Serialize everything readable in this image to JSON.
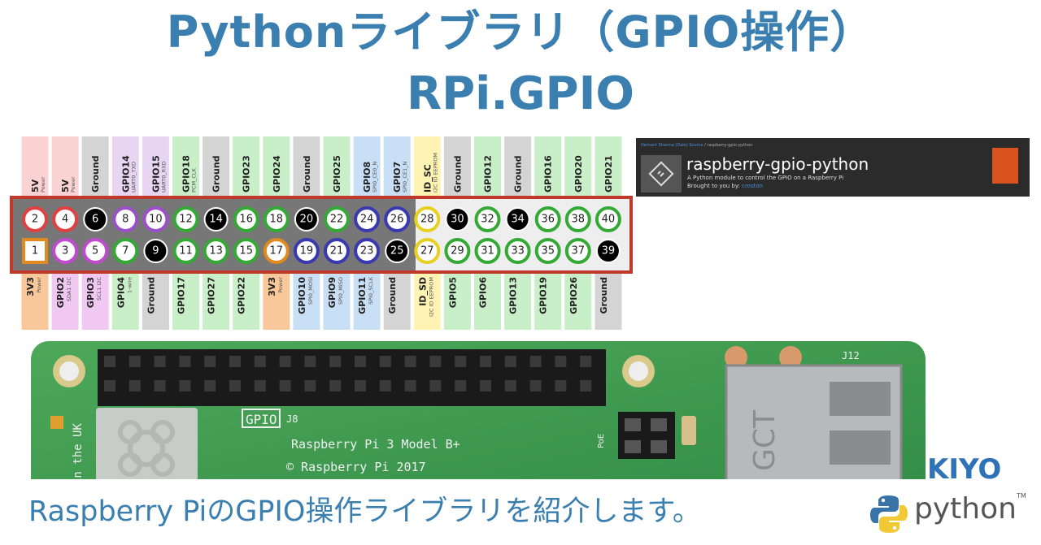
{
  "title": {
    "line1": "Pythonライブラリ（GPIO操作）",
    "line2": "RPi.GPIO"
  },
  "pins": {
    "top": [
      {
        "num": "2",
        "name": "5V",
        "sub": "Power",
        "type": "power5"
      },
      {
        "num": "4",
        "name": "5V",
        "sub": "Power",
        "type": "power5"
      },
      {
        "num": "6",
        "name": "Ground",
        "sub": "",
        "type": "ground"
      },
      {
        "num": "8",
        "name": "GPIO14",
        "sub": "UART0_TXD",
        "type": "uart"
      },
      {
        "num": "10",
        "name": "GPIO15",
        "sub": "UART0_RXD",
        "type": "uart"
      },
      {
        "num": "12",
        "name": "GPIO18",
        "sub": "PCM_CLK",
        "type": "gpio"
      },
      {
        "num": "14",
        "name": "Ground",
        "sub": "",
        "type": "ground"
      },
      {
        "num": "16",
        "name": "GPIO23",
        "sub": "",
        "type": "gpio"
      },
      {
        "num": "18",
        "name": "GPIO24",
        "sub": "",
        "type": "gpio"
      },
      {
        "num": "20",
        "name": "Ground",
        "sub": "",
        "type": "ground"
      },
      {
        "num": "22",
        "name": "GPIO25",
        "sub": "",
        "type": "gpio"
      },
      {
        "num": "24",
        "name": "GPIO8",
        "sub": "SPI0_CE0_N",
        "type": "spi"
      },
      {
        "num": "26",
        "name": "GPIO7",
        "sub": "SPI0_CE1_N",
        "type": "spi"
      },
      {
        "num": "28",
        "name": "ID_SC",
        "sub": "I2C ID EEPROM",
        "type": "idsc"
      },
      {
        "num": "30",
        "name": "Ground",
        "sub": "",
        "type": "ground"
      },
      {
        "num": "32",
        "name": "GPIO12",
        "sub": "",
        "type": "gpio"
      },
      {
        "num": "34",
        "name": "Ground",
        "sub": "",
        "type": "ground"
      },
      {
        "num": "36",
        "name": "GPIO16",
        "sub": "",
        "type": "gpio"
      },
      {
        "num": "38",
        "name": "GPIO20",
        "sub": "",
        "type": "gpio"
      },
      {
        "num": "40",
        "name": "GPIO21",
        "sub": "",
        "type": "gpio"
      }
    ],
    "bottom": [
      {
        "num": "1",
        "name": "3V3",
        "sub": "Power",
        "type": "power3"
      },
      {
        "num": "3",
        "name": "GPIO2",
        "sub": "SDA1 I2C",
        "type": "i2c"
      },
      {
        "num": "5",
        "name": "GPIO3",
        "sub": "SCL1 I2C",
        "type": "i2c"
      },
      {
        "num": "7",
        "name": "GPIO4",
        "sub": "1-wire",
        "type": "gpio"
      },
      {
        "num": "9",
        "name": "Ground",
        "sub": "",
        "type": "ground"
      },
      {
        "num": "11",
        "name": "GPIO17",
        "sub": "",
        "type": "gpio"
      },
      {
        "num": "13",
        "name": "GPIO27",
        "sub": "",
        "type": "gpio"
      },
      {
        "num": "15",
        "name": "GPIO22",
        "sub": "",
        "type": "gpio"
      },
      {
        "num": "17",
        "name": "3V3",
        "sub": "Power",
        "type": "power3"
      },
      {
        "num": "19",
        "name": "GPIO10",
        "sub": "SPI0_MOSI",
        "type": "spi"
      },
      {
        "num": "21",
        "name": "GPIO9",
        "sub": "SPI0_MISO",
        "type": "spi"
      },
      {
        "num": "23",
        "name": "GPIO11",
        "sub": "SPI0_SCLK",
        "type": "spi"
      },
      {
        "num": "25",
        "name": "Ground",
        "sub": "",
        "type": "ground"
      },
      {
        "num": "27",
        "name": "ID_SD",
        "sub": "I2C ID EEPROM",
        "type": "idsc"
      },
      {
        "num": "29",
        "name": "GPIO5",
        "sub": "",
        "type": "gpio"
      },
      {
        "num": "31",
        "name": "GPIO6",
        "sub": "",
        "type": "gpio"
      },
      {
        "num": "33",
        "name": "GPIO13",
        "sub": "",
        "type": "gpio"
      },
      {
        "num": "35",
        "name": "GPIO19",
        "sub": "",
        "type": "gpio"
      },
      {
        "num": "37",
        "name": "GPIO26",
        "sub": "",
        "type": "gpio"
      },
      {
        "num": "39",
        "name": "Ground",
        "sub": "",
        "type": "ground"
      }
    ]
  },
  "colors": {
    "power5": {
      "fill": "#fbd3d3",
      "ring": "#e04040"
    },
    "power3": {
      "fill": "#f9c89a",
      "ring": "#e08a20"
    },
    "ground": {
      "fill": "#d4d4d4",
      "ring": "#111111"
    },
    "uart": {
      "fill": "#e8d5f2",
      "ring": "#9b4fc8"
    },
    "i2c": {
      "fill": "#f0c8f2",
      "ring": "#c04ad0"
    },
    "gpio": {
      "fill": "#c9efc9",
      "ring": "#35a935"
    },
    "spi": {
      "fill": "#c9dff5",
      "ring": "#3a3ab0"
    },
    "idsc": {
      "fill": "#fff3b3",
      "ring": "#e8d020"
    },
    "frame": "#c0392b",
    "accent": "#3a7fb0"
  },
  "banner": {
    "crumb_user": "Hemant Sharma (Dale) Source",
    "crumb_repo": "raspberry-gpio-python",
    "repo": "raspberry-gpio-python",
    "desc": "A Python module to control the GPIO on a Raspberry Pi",
    "by_label": "Brought to you by:",
    "by_user": "croston"
  },
  "board": {
    "gpio_label": "GPIO",
    "j8": "J8",
    "model": "Raspberry Pi 3 Model B+",
    "copyright": "© Raspberry Pi 2017",
    "side": "in the UK",
    "j12": "J12",
    "jack": "GCT",
    "poe": "PoE"
  },
  "caption": "Raspberry PiのGPIO操作ライブラリを紹介します。",
  "brand": {
    "kiyo": "KIYO",
    "python": "python",
    "tm": "TM"
  }
}
